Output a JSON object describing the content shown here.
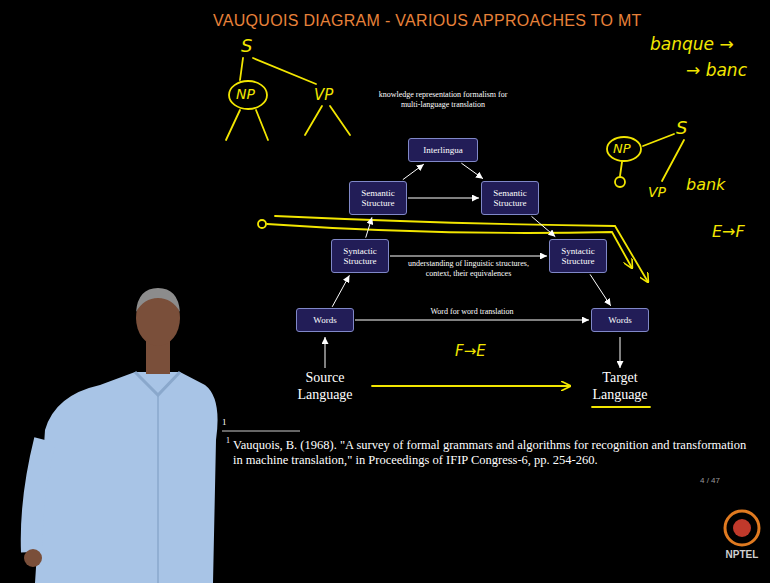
{
  "diagram": {
    "title": "VAUQUOIS DIAGRAM - VARIOUS APPROACHES TO MT",
    "nodes": [
      {
        "text": [
          "Interlingua"
        ]
      },
      {
        "text": [
          "Semantic Structure"
        ]
      },
      {
        "text": [
          "Semantic Structure"
        ]
      },
      {
        "text": [
          "Syntactic Structure"
        ]
      },
      {
        "text": [
          "Syntactic Structure"
        ]
      },
      {
        "text": [
          "Words"
        ]
      },
      {
        "text": [
          "Words"
        ]
      }
    ],
    "edges": [
      {
        "from": 5,
        "to": 3,
        "arrow": "to"
      },
      {
        "from": 3,
        "to": 1,
        "arrow": "to"
      },
      {
        "from": 1,
        "to": 0,
        "arrow": "to"
      },
      {
        "from": 0,
        "to": 2,
        "arrow": "to"
      },
      {
        "from": 2,
        "to": 4,
        "arrow": "to"
      },
      {
        "from": 4,
        "to": 6,
        "arrow": "to"
      },
      {
        "from": 1,
        "to": 2,
        "arrow": "to"
      },
      {
        "from": 3,
        "to": 4,
        "arrow": "to",
        "label": "understanding of linguistic structures, context, their equivalences"
      },
      {
        "from": 5,
        "to": 6,
        "arrow": "to",
        "label": "Word for word translation"
      }
    ],
    "labels": [
      "knowledge representation formalism for multi-language translation",
      "Source Language",
      "Target Language",
      "1",
      "1",
      "Vauquois, B. (1968). \"A survey of formal grammars and algorithms for recognition and transformation in machine translation,\" in Proceedings of IFIP Congress-6, pp. 254-260.",
      "4 / 47",
      "NPTEL",
      "S",
      "NP",
      "VP",
      "S",
      "NP",
      "VP",
      "bank",
      "banque →",
      "→ banc",
      "E→F",
      "F→E"
    ]
  }
}
